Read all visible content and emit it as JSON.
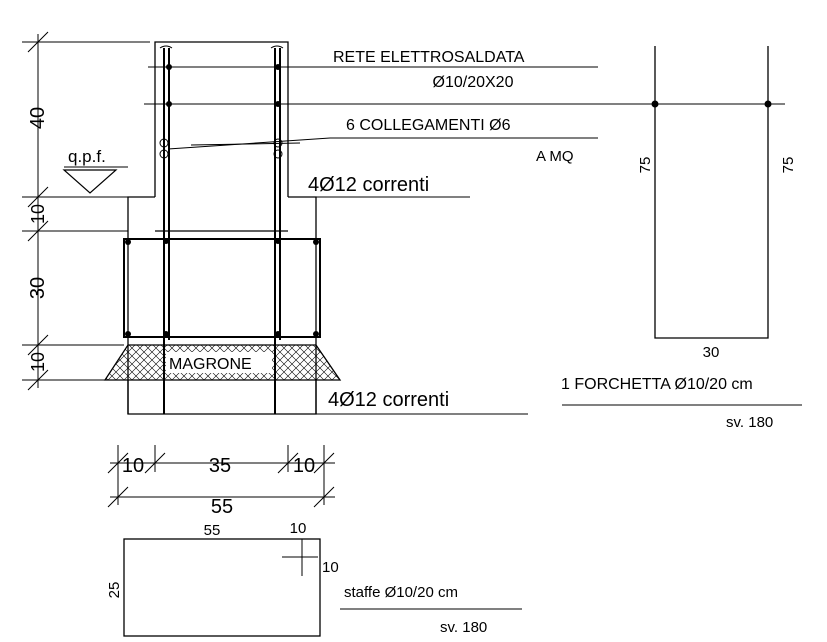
{
  "labels": {
    "rete_line1": "RETE ELETTROSALDATA",
    "rete_line2": "Ø10/20X20",
    "colleg_line1": "6 COLLEGAMENTI Ø6",
    "colleg_line2": "A MQ",
    "qpf": "q.p.f.",
    "correnti_top": "4Ø12 correnti",
    "correnti_bottom": "4Ø12 correnti",
    "magrone": "MAGRONE",
    "forchetta_line1": "1 FORCHETTA Ø10/20 cm",
    "forchetta_line2": "sv. 180",
    "staffe_line1": "staffe Ø10/20 cm",
    "staffe_line2": "sv. 180"
  },
  "dims": {
    "v40": "40",
    "v10a": "10",
    "v30": "30",
    "v10b": "10",
    "h10a": "10",
    "h35": "35",
    "h10b": "10",
    "h55": "55",
    "forchetta_left": "75",
    "forchetta_right": "75",
    "forchetta_width": "30",
    "staffe_top": "55",
    "staffe_corner_h": "10",
    "staffe_corner_v": "10",
    "staffe_side": "25"
  }
}
